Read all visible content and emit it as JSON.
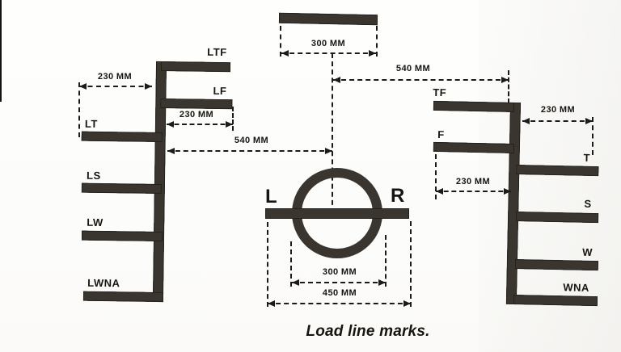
{
  "caption": "Load line marks.",
  "left_structure": {
    "marks": [
      "LTF",
      "LF",
      "LT",
      "LS",
      "LW",
      "LWNA"
    ],
    "dim_outer": "230 MM",
    "dim_inner": "230 MM",
    "dim_540": "540 MM"
  },
  "right_structure": {
    "marks": [
      "TF",
      "F",
      "T",
      "S",
      "W",
      "WNA"
    ],
    "dim_outer": "230 MM",
    "dim_inner": "230 MM",
    "dim_540": "540 MM"
  },
  "center_mark": {
    "deck_dim": "300 MM",
    "left_letter": "L",
    "right_letter": "R",
    "circle_dim": "300 MM",
    "overall_dim": "450 MM"
  },
  "colors": {
    "mark_fill": "#3a362f",
    "mark_edge": "#24211c",
    "line": "#1d1b17",
    "paper": "#fcfcfa"
  }
}
